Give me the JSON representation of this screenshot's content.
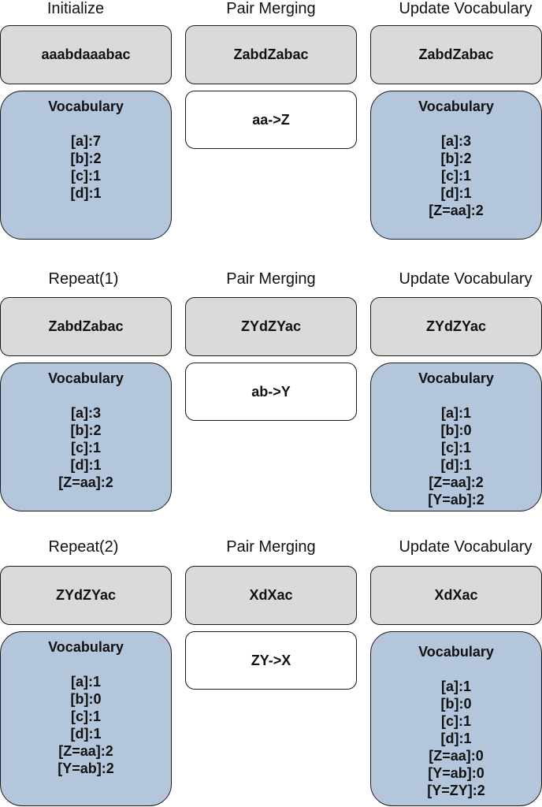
{
  "rows": [
    {
      "titles": [
        "Initialize",
        "Pair Merging",
        "Update Vocabulary"
      ],
      "input_sequence": "aaabdaaabac",
      "merged_sequence": "ZabdZabac",
      "updated_sequence": "ZabdZabac",
      "merge_rule": "aa->Z",
      "vocab_title_left": "Vocabulary",
      "vocab_title_right": "Vocabulary",
      "vocab_before": [
        "[a]:7",
        "[b]:2",
        "[c]:1",
        "[d]:1"
      ],
      "vocab_after": [
        "[a]:3",
        "[b]:2",
        "[c]:1",
        "[d]:1",
        "[Z=aa]:2"
      ]
    },
    {
      "titles": [
        "Repeat(1)",
        "Pair Merging",
        "Update Vocabulary"
      ],
      "input_sequence": "ZabdZabac",
      "merged_sequence": "ZYdZYac",
      "updated_sequence": "ZYdZYac",
      "merge_rule": "ab->Y",
      "vocab_title_left": "Vocabulary",
      "vocab_title_right": "Vocabulary",
      "vocab_before": [
        "[a]:3",
        "[b]:2",
        "[c]:1",
        "[d]:1",
        "[Z=aa]:2"
      ],
      "vocab_after": [
        "[a]:1",
        "[b]:0",
        "[c]:1",
        "[d]:1",
        "[Z=aa]:2",
        "[Y=ab]:2"
      ]
    },
    {
      "titles": [
        "Repeat(2)",
        "Pair Merging",
        "Update Vocabulary"
      ],
      "input_sequence": "ZYdZYac",
      "merged_sequence": "XdXac",
      "updated_sequence": "XdXac",
      "merge_rule": "ZY->X",
      "vocab_title_left": "Vocabulary",
      "vocab_title_right": "Vocabulary",
      "vocab_before": [
        "[a]:1",
        "[b]:0",
        "[c]:1",
        "[d]:1",
        "[Z=aa]:2",
        "[Y=ab]:2"
      ],
      "vocab_after": [
        "[a]:1",
        "[b]:0",
        "[c]:1",
        "[d]:1",
        "[Z=aa]:0",
        "[Y=ab]:0",
        "[Y=ZY]:2"
      ]
    }
  ]
}
